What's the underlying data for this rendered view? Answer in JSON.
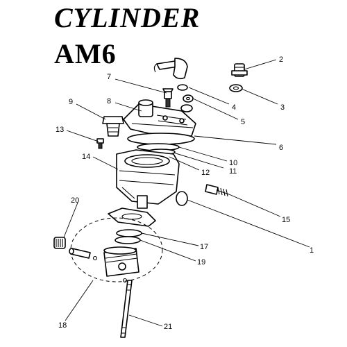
{
  "title": {
    "line1": "CYLINDER",
    "line2": "AM6"
  },
  "callouts": [
    {
      "id": "c1",
      "label": "1"
    },
    {
      "id": "c2",
      "label": "2"
    },
    {
      "id": "c3",
      "label": "3"
    },
    {
      "id": "c4",
      "label": "4"
    },
    {
      "id": "c5",
      "label": "5"
    },
    {
      "id": "c6",
      "label": "6"
    },
    {
      "id": "c7",
      "label": "7"
    },
    {
      "id": "c8",
      "label": "8"
    },
    {
      "id": "c9",
      "label": "9"
    },
    {
      "id": "c10",
      "label": "10"
    },
    {
      "id": "c11",
      "label": "11"
    },
    {
      "id": "c12",
      "label": "12"
    },
    {
      "id": "c13",
      "label": "13"
    },
    {
      "id": "c14",
      "label": "14"
    },
    {
      "id": "c15",
      "label": "15"
    },
    {
      "id": "c17",
      "label": "17"
    },
    {
      "id": "c18",
      "label": "18"
    },
    {
      "id": "c19",
      "label": "19"
    },
    {
      "id": "c20",
      "label": "20"
    },
    {
      "id": "c21",
      "label": "21"
    }
  ],
  "colors": {
    "ink": "#000000",
    "paper": "#ffffff"
  }
}
